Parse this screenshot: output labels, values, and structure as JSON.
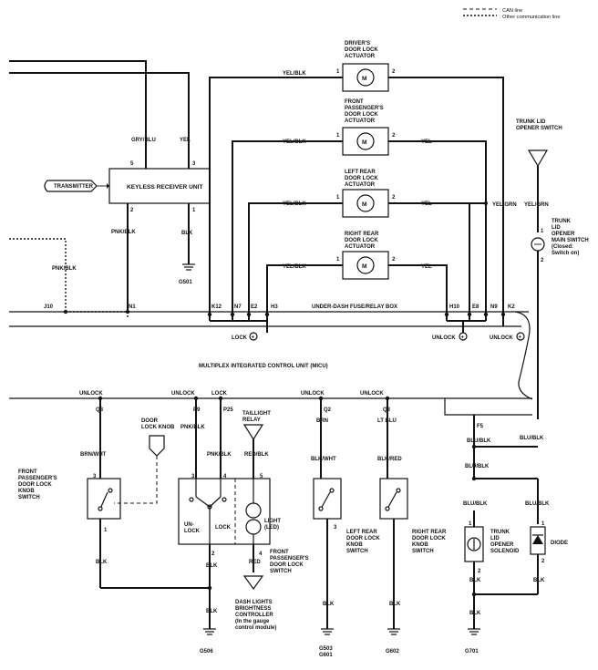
{
  "legend": {
    "can_line": ": CAN line",
    "other_comm_line": ": Other communication line"
  },
  "actuators": [
    {
      "title": [
        "DRIVER'S",
        "DOOR LOCK",
        "ACTUATOR"
      ],
      "left_wire": "YEL/BLK",
      "right_wire": "",
      "pin_left": "1",
      "pin_right": "2",
      "motor": "M"
    },
    {
      "title": [
        "FRONT",
        "PASSENGER'S",
        "DOOR LOCK",
        "ACTUATOR"
      ],
      "left_wire": "YEL/BLK",
      "right_wire": "YEL",
      "pin_left": "1",
      "pin_right": "2",
      "motor": "M"
    },
    {
      "title": [
        "LEFT REAR",
        "DOOR LOCK",
        "ACTUATOR"
      ],
      "left_wire": "YEL/BLK",
      "right_wire": "YEL",
      "pin_left": "1",
      "pin_right": "2",
      "motor": "M"
    },
    {
      "title": [
        "RIGHT REAR",
        "DOOR LOCK",
        "ACTUATOR"
      ],
      "left_wire": "YEL/BLK",
      "right_wire": "YEL",
      "pin_left": "1",
      "pin_right": "2",
      "motor": "M"
    }
  ],
  "keyless": {
    "title": "KEYLESS RECEIVER UNIT",
    "transmitter": "TRANSMITTER",
    "wire_gry_blu": "GRY/BLU",
    "wire_yel": "YEL",
    "wire_pnk_blk": "PNK/BLK",
    "wire_blk": "BLK",
    "pins": [
      "5",
      "3",
      "2",
      "1"
    ],
    "ground": "G501"
  },
  "left_wire_pnk_blk": "PNK/BLK",
  "yel_grn": [
    "YEL/GRN",
    "YEL/GRN"
  ],
  "trunk_opener_switch": [
    "TRUNK LID",
    "OPENER SWITCH"
  ],
  "trunk_main_switch": [
    "TRUNK",
    "LID",
    "OPENER",
    "MAIN SWITCH",
    "(Closed:",
    "Switch on)"
  ],
  "trunk_main_pins": [
    "1",
    "2"
  ],
  "fuse_box": {
    "label": "UNDER-DASH FUSE/RELAY BOX",
    "connectors": [
      "J10",
      "N1",
      "K12",
      "N7",
      "E2",
      "H3",
      "H10",
      "E8",
      "N9",
      "K2"
    ]
  },
  "lock_labels": {
    "lock": "LOCK",
    "unlock1": "UNLOCK",
    "unlock2": "UNLOCK"
  },
  "micu_label": "MULTIPLEX INTEGRATED CONTROL UNIT (MICU)",
  "micu_pins": [
    {
      "func": "UNLOCK",
      "pin": "Q8"
    },
    {
      "func": "UNLOCK",
      "pin": "P9"
    },
    {
      "func": "LOCK",
      "pin": "P25"
    },
    {
      "func": "UNLOCK",
      "pin": "Q2"
    },
    {
      "func": "UNLOCK",
      "pin": "Q3"
    },
    {
      "func": "",
      "pin": "F5"
    }
  ],
  "bottom": {
    "brn_wht": "BRN/WHT",
    "door_lock_knob": [
      "DOOR",
      "LOCK KNOB"
    ],
    "pnk_blk1": "PNK/BLK",
    "pnk_blk2": "PNK/BLK",
    "taillight_relay": [
      "TAILLIGHT",
      "RELAY"
    ],
    "red_blk": "RED/BLK",
    "brn": "BRN",
    "lt_blu": "LT BLU",
    "blk_wht": "BLK/WHT",
    "blk_red": "BLK/RED",
    "blu_blk1": "BLU/BLK",
    "blu_blk2": "BLU/BLK",
    "blu_blk3": "BLU/BLK",
    "blu_blk4": "BLU/BLK",
    "blu_blk5": "BLU/BLK",
    "fp_knob_switch": [
      "FRONT",
      "PASSENGER'S",
      "DOOR LOCK",
      "KNOB",
      "SWITCH"
    ],
    "unlock_word": [
      "UN-",
      "LOCK"
    ],
    "lock_word": "LOCK",
    "light": [
      "LIGHT",
      "(LED)"
    ],
    "fp_door_lock_switch": [
      "FRONT",
      "PASSENGER'S",
      "DOOR LOCK",
      "SWITCH"
    ],
    "red": "RED",
    "dash_lights": [
      "DASH LIGHTS",
      "BRIGHTNESS",
      "CONTROLLER",
      "(In the gauge",
      "control module)"
    ],
    "lr_knob_switch": [
      "LEFT REAR",
      "DOOR LOCK",
      "KNOB",
      "SWITCH"
    ],
    "rr_knob_switch": [
      "RIGHT REAR",
      "DOOR LOCK",
      "KNOB",
      "SWITCH"
    ],
    "trunk_solenoid": [
      "TRUNK",
      "LID",
      "OPENER",
      "SOLENOID"
    ],
    "diode": "DIODE",
    "blk": "BLK",
    "grounds": [
      "G506",
      "G503",
      "G601",
      "G602",
      "G701"
    ],
    "pins": [
      "3",
      "1",
      "3",
      "4",
      "5",
      "2",
      "4",
      "3",
      "1",
      "3",
      "1",
      "1",
      "2",
      "1",
      "2"
    ]
  }
}
